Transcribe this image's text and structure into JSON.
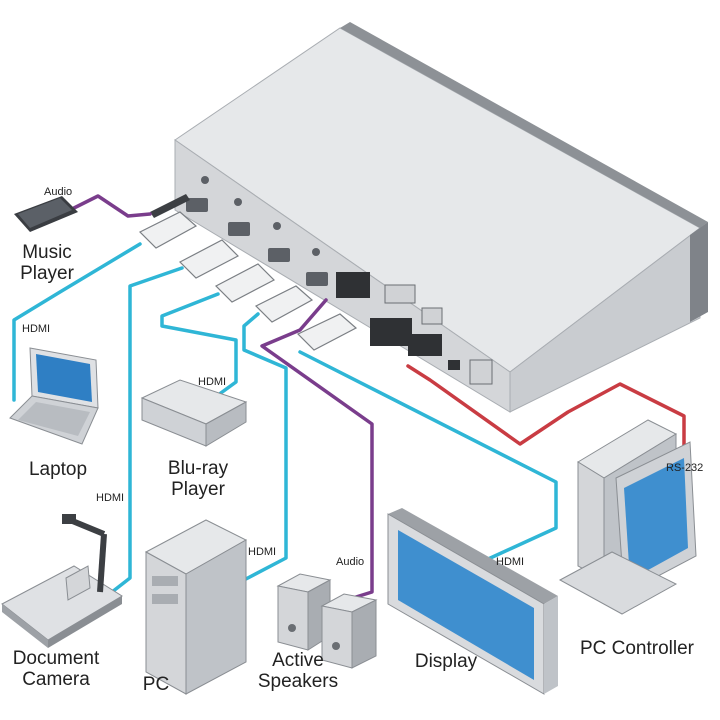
{
  "colors": {
    "hdmi": "#2fb6d6",
    "audio": "#7a3d8c",
    "rs232": "#c93c43",
    "device_body": "#d9dbde",
    "device_shadow": "#a9adb2"
  },
  "devices": {
    "music_player": {
      "name": "Music\nPlayer",
      "icon": "music-player-icon"
    },
    "laptop": {
      "name": "Laptop",
      "icon": "laptop-icon"
    },
    "bluray": {
      "name": "Blu-ray\nPlayer",
      "icon": "bluray-player-icon"
    },
    "doc_camera": {
      "name": "Document\nCamera",
      "icon": "document-camera-icon"
    },
    "pc": {
      "name": "PC",
      "icon": "pc-tower-icon"
    },
    "speakers": {
      "name": "Active\nSpeakers",
      "icon": "speakers-icon"
    },
    "display": {
      "name": "Display",
      "icon": "display-icon"
    },
    "pc_controller": {
      "name": "PC Controller",
      "icon": "pc-controller-icon"
    }
  },
  "connections": {
    "audio_in": "Audio",
    "hdmi_laptop": "HDMI",
    "hdmi_bluray": "HDMI",
    "hdmi_doccam": "HDMI",
    "hdmi_pc": "HDMI",
    "audio_out": "Audio",
    "hdmi_display": "HDMI",
    "rs232": "RS-232"
  }
}
